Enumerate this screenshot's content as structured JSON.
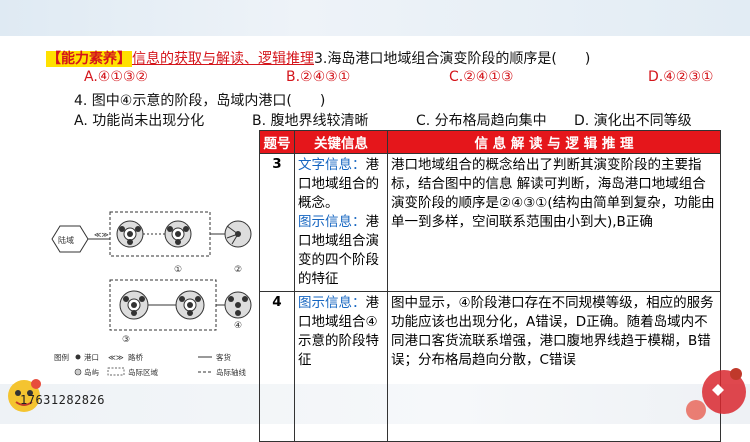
{
  "header": {
    "tag": "【能力素养】",
    "highlight": "信息的获取与解读、逻辑推理",
    "question3": "3.海岛港口地域组合演变阶段的顺序是(　　)"
  },
  "options3": [
    "A.④①③②",
    "B.②④③①",
    "C.②④①③",
    "D.④②③①"
  ],
  "question4": "4. 图中④示意的阶段，岛域内港口(　　)",
  "options4": [
    "A. 功能尚未出现分化",
    "B. 腹地界线较清晰",
    "C. 分布格局趋向集中",
    "D. 演化出不同等级"
  ],
  "diagram": {
    "mainland": "陆域",
    "stage_nums": [
      "①",
      "②",
      "③",
      "④"
    ],
    "legend": {
      "title": "图例",
      "port": "港口",
      "island": "岛屿",
      "bridge": "路桥",
      "island_area": "岛际区域",
      "passenger": "客货",
      "axis": "岛际轴线"
    }
  },
  "table": {
    "headers": [
      "题号",
      "关键信息",
      "信 息 解 读 与 逻 辑 推 理"
    ],
    "rows": [
      {
        "num": "3",
        "key_label_1": "文字信息：",
        "key_text_1": "港口地域组合的概念。",
        "key_label_2": "图示信息：",
        "key_text_2": "港口地域组合演变的四个阶段的特征",
        "analysis": "港口地域组合的概念给出了判断其演变阶段的主要指标，结合图中的信息 解读可判断，海岛港口地域组合演变阶段的顺序是②④③①(结构由简单到复杂，功能由单一到多样，空间联系范围由小到大),B正确"
      },
      {
        "num": "4",
        "key_label_1": "图示信息：",
        "key_text_1": "港口地域组合④示意的阶段特征",
        "analysis": "图中显示，④阶段港口存在不同规模等级，相应的服务功能应该也出现分化，A错误，D正确。随着岛域内不同港口客货流联系增强，港口腹地界线趋于模糊，B错误；分布格局趋向分散，C错误"
      }
    ]
  },
  "footer": {
    "phone": "17631282826"
  }
}
